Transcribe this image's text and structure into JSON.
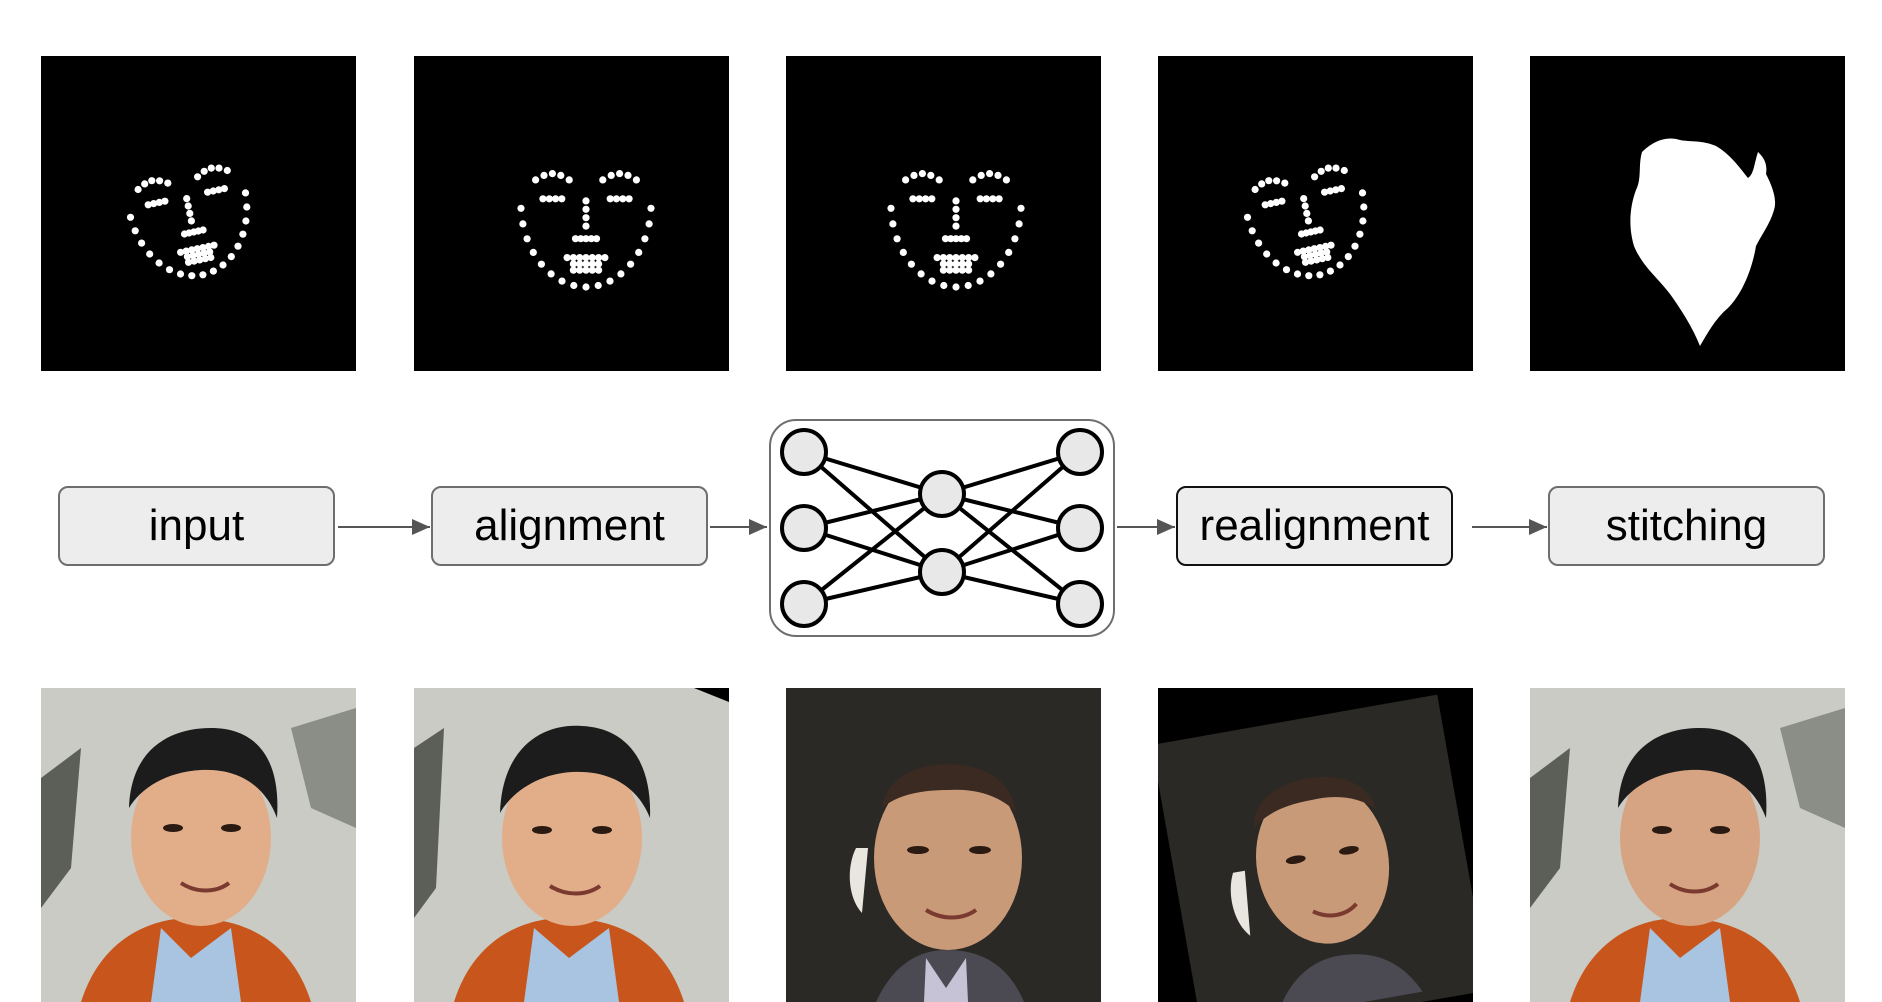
{
  "pipeline": {
    "stages": [
      {
        "id": "input",
        "label": "input"
      },
      {
        "id": "alignment",
        "label": "alignment"
      },
      {
        "id": "network",
        "label": ""
      },
      {
        "id": "realignment",
        "label": "realignment"
      },
      {
        "id": "stitching",
        "label": "stitching"
      }
    ],
    "network_icon": "neural-network-icon",
    "network_layers": [
      3,
      2,
      3
    ]
  },
  "top_row": {
    "panels": [
      "landmarks-tilted",
      "landmarks-aligned",
      "landmarks-generated",
      "landmarks-realigned",
      "face-mask"
    ]
  },
  "bottom_row": {
    "panels": [
      "input-photo",
      "aligned-photo",
      "generated-face",
      "realigned-face",
      "stitched-result"
    ]
  },
  "colors": {
    "panel_bg": "#000000",
    "landmark": "#ffffff",
    "stage_fill": "#ededed",
    "stage_border": "#6e6e6e",
    "arrow": "#555555"
  }
}
